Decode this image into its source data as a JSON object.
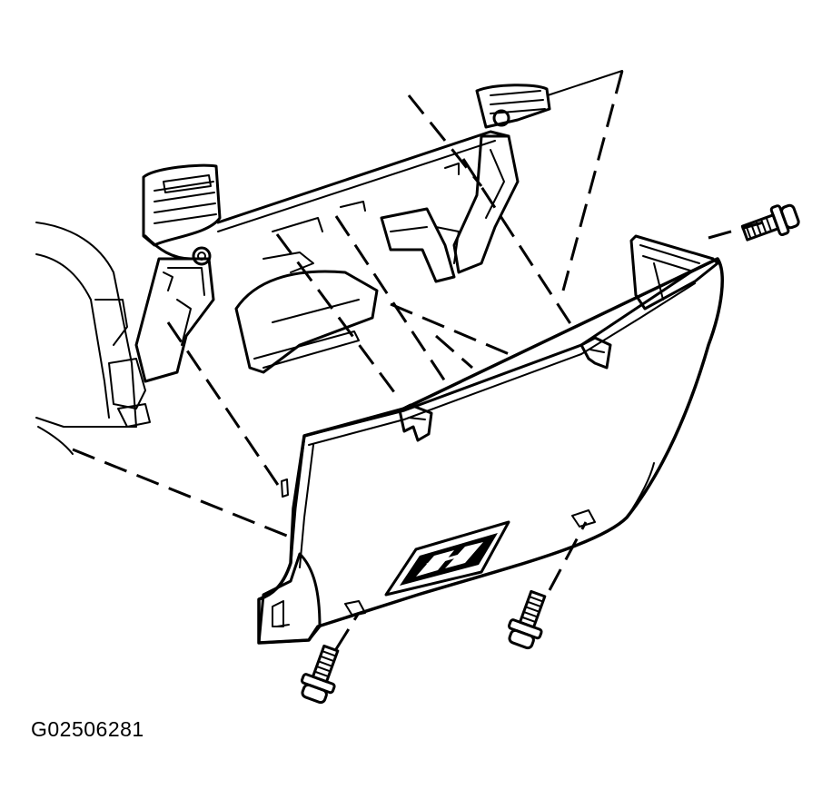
{
  "figure": {
    "code": "G02506281"
  },
  "colors": {
    "line": "#000000",
    "background": "#ffffff"
  },
  "parts": {
    "fasteners": [
      "bolt-top-right",
      "bolt-bottom-left",
      "bolt-bottom-center"
    ]
  }
}
